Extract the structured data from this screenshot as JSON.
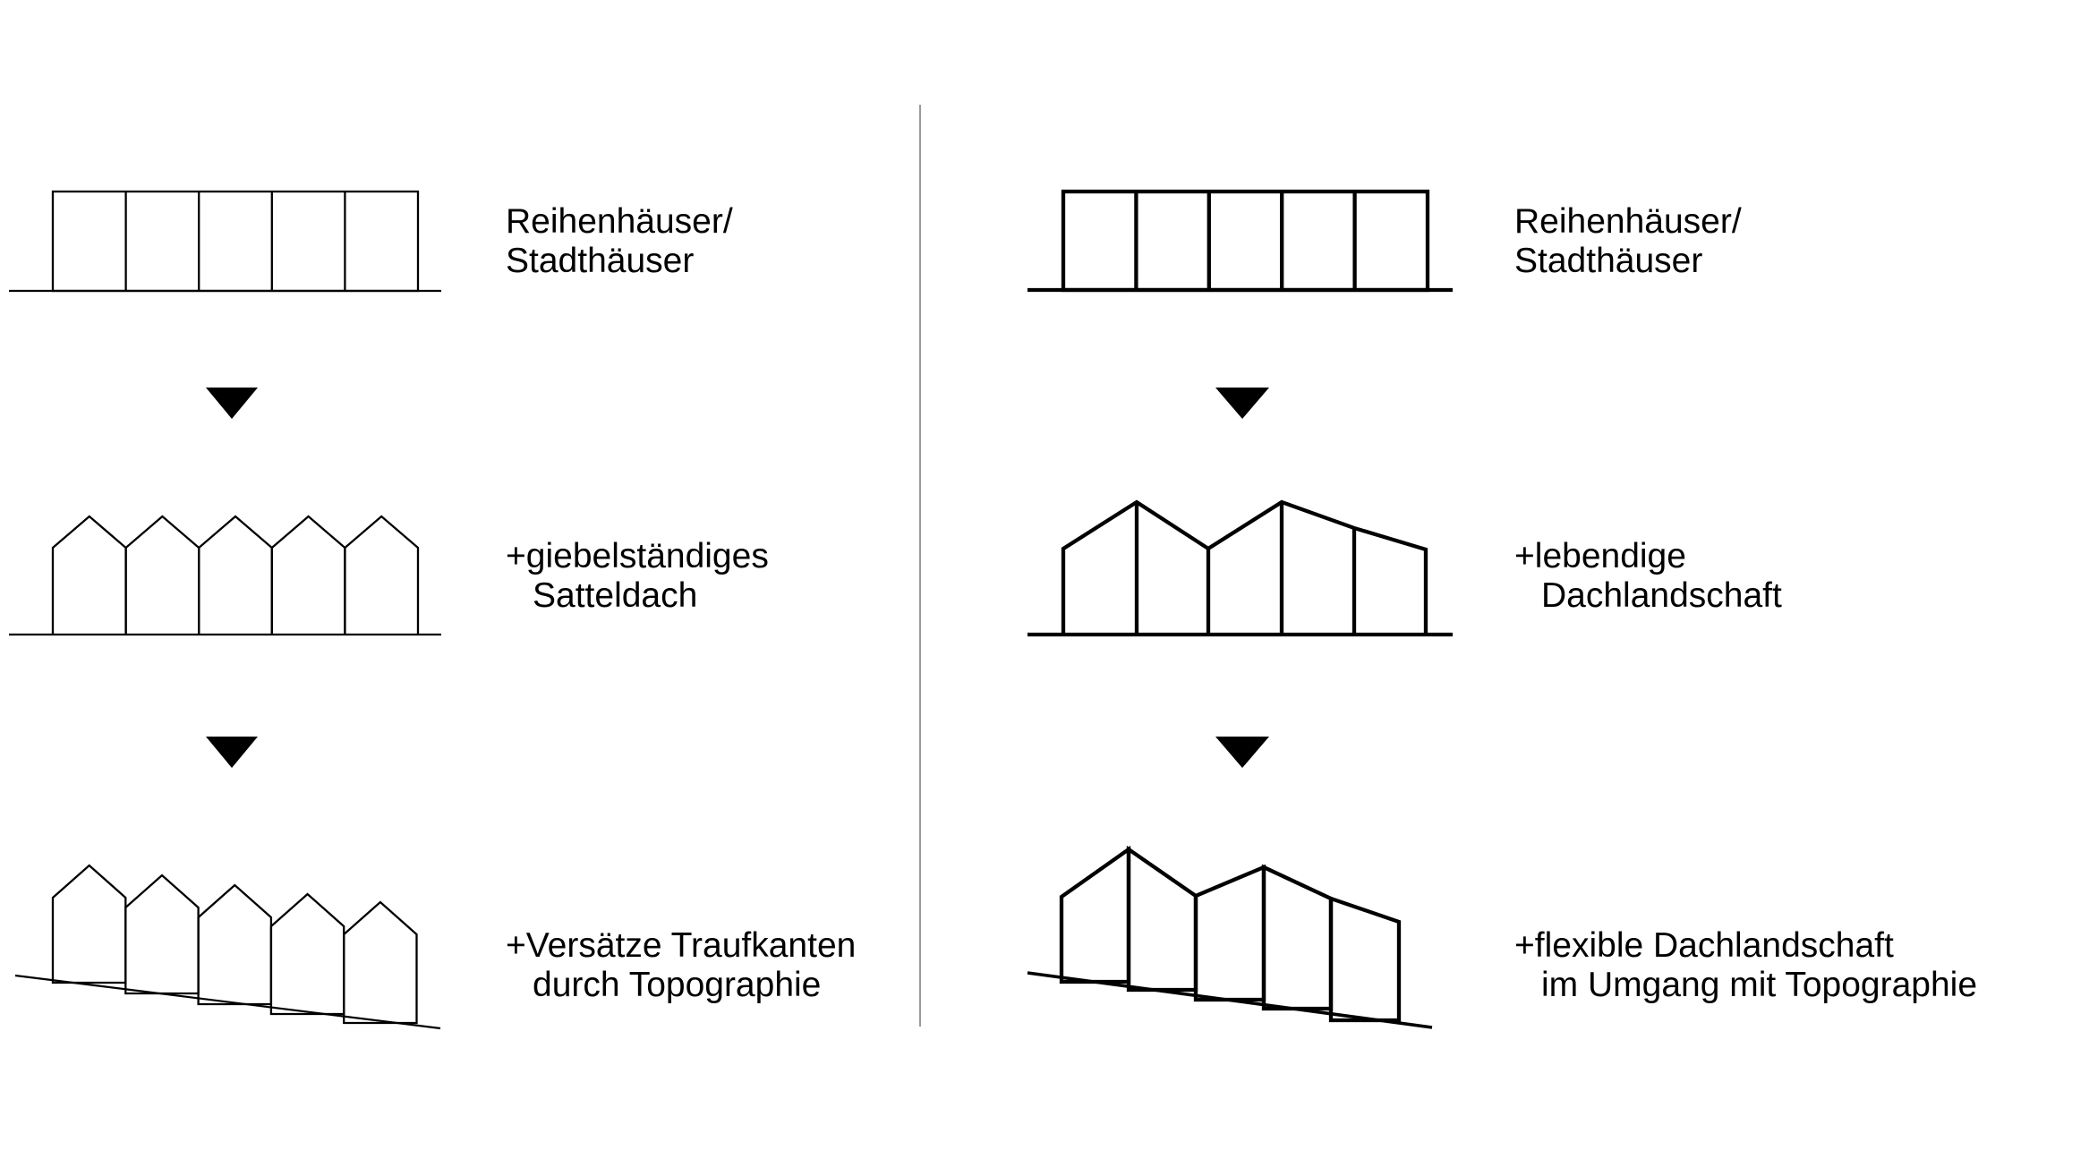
{
  "colors": {
    "background": "#ffffff",
    "line": "#000000",
    "text": "#000000",
    "divider": "#9a9a9a",
    "arrow": "#000000"
  },
  "icons": {
    "down_arrow": "▼"
  },
  "columns": {
    "left": {
      "stages": [
        {
          "drawing": "five-flat-roof-row-houses",
          "caption_lines": [
            "Reihenhäuser/",
            "Stadthäuser"
          ]
        },
        {
          "drawing": "five-gabled-row-houses",
          "caption_lines": [
            "+giebelständiges",
            "Satteldach"
          ]
        },
        {
          "drawing": "five-gabled-row-houses-on-slope",
          "caption_lines": [
            "+Versätze Traufkanten",
            "durch Topographie"
          ]
        }
      ]
    },
    "right": {
      "stages": [
        {
          "drawing": "five-flat-roof-row-houses",
          "caption_lines": [
            "Reihenhäuser/",
            "Stadthäuser"
          ]
        },
        {
          "drawing": "five-houses-zigzag-roofline",
          "caption_lines": [
            "+lebendige",
            "Dachlandschaft"
          ]
        },
        {
          "drawing": "five-houses-zigzag-roofline-on-slope",
          "caption_lines": [
            "+flexible Dachlandschaft",
            "im Umgang mit Topographie"
          ]
        }
      ]
    }
  }
}
